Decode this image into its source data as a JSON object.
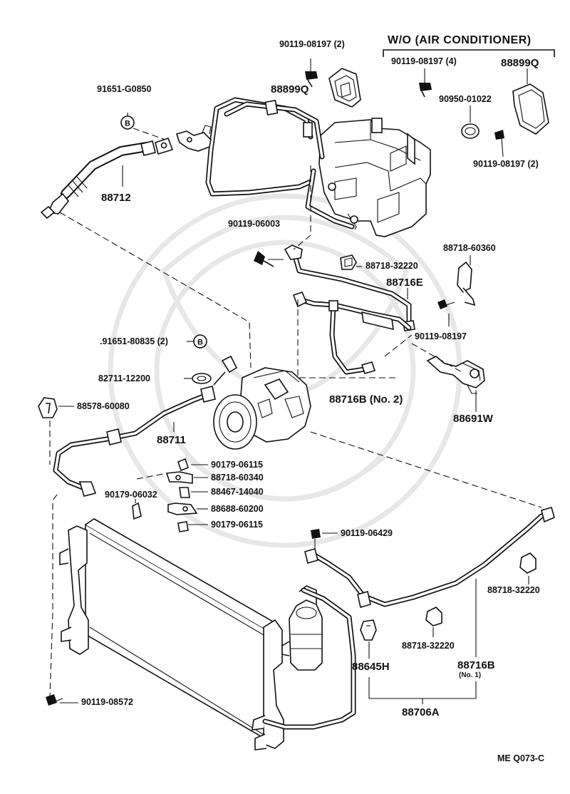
{
  "diagram": {
    "header": "W/O (AIR  CONDITIONER)",
    "catalog_code": "ME Q073-C",
    "parts": {
      "p_90119_08197_2_top": "90119-08197 (2)",
      "p_88899q_main": "88899Q",
      "p_91651_g0850": "91651-G0850",
      "p_88712": "88712",
      "p_90119_08197_4": "90119-08197 (4)",
      "p_88899q_wo": "88899Q",
      "p_90950_01022": "90950-01022",
      "p_90119_08197_2_right": "90119-08197 (2)",
      "p_90119_06003": "90119-06003",
      "p_88718_60360": "88718-60360",
      "p_88718_32220_top": "88718-32220",
      "p_88716e": "88716E",
      "p_90119_08197": "90119-08197",
      "p_91651_80835": ".91651-80835 (2)",
      "p_82711_12200": "82711-12200",
      "p_88716b_no2": "88716B (No. 2)",
      "p_88578_60080": "88578-60080",
      "p_88691w": "88691W",
      "p_88711": "88711",
      "p_90179_06115_a": "90179-06115",
      "p_88718_60340": "88718-60340",
      "p_90179_06032": "90179-06032",
      "p_88467_14040": "88467-14040",
      "p_88688_60200": "88688-60200",
      "p_90179_06115_b": "90179-06115",
      "p_90119_06429": "90119-06429",
      "p_88718_32220_right": "88718-32220",
      "p_88718_32220_mid": "88718-32220",
      "p_88645h": "88645H",
      "p_88716b": "88716B",
      "p_no1": "(No. 1)",
      "p_88706a": "88706A",
      "p_90119_08572": "90119-08572"
    },
    "callouts": {
      "b_symbol": "B"
    }
  }
}
